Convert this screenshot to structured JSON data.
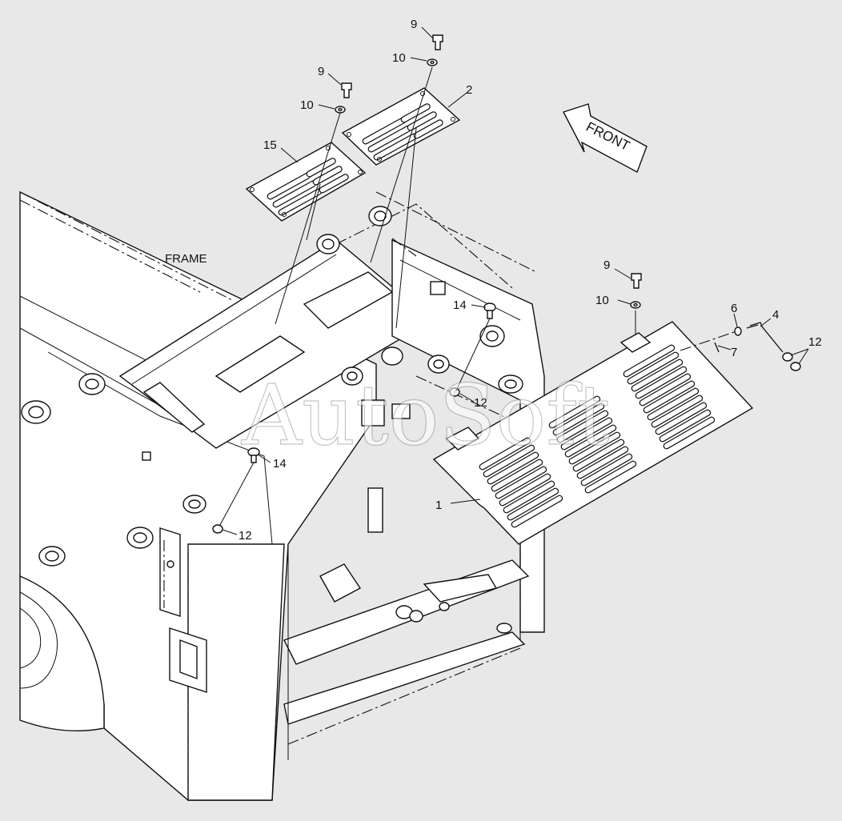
{
  "diagram": {
    "frame_label": "FRAME",
    "front_label": "FRONT",
    "watermark": "AutoSoft",
    "callouts": [
      {
        "id": "c9a",
        "text": "9"
      },
      {
        "id": "c10a",
        "text": "10"
      },
      {
        "id": "c2",
        "text": "2"
      },
      {
        "id": "c9b",
        "text": "9"
      },
      {
        "id": "c10b",
        "text": "10"
      },
      {
        "id": "c15",
        "text": "15"
      },
      {
        "id": "c9c",
        "text": "9"
      },
      {
        "id": "c10c",
        "text": "10"
      },
      {
        "id": "c14a",
        "text": "14"
      },
      {
        "id": "c12a",
        "text": "12"
      },
      {
        "id": "c6",
        "text": "6"
      },
      {
        "id": "c4",
        "text": "4"
      },
      {
        "id": "c7",
        "text": "7"
      },
      {
        "id": "c12b",
        "text": "12"
      },
      {
        "id": "c14b",
        "text": "14"
      },
      {
        "id": "c12c",
        "text": "12"
      },
      {
        "id": "c1",
        "text": "1"
      }
    ]
  }
}
